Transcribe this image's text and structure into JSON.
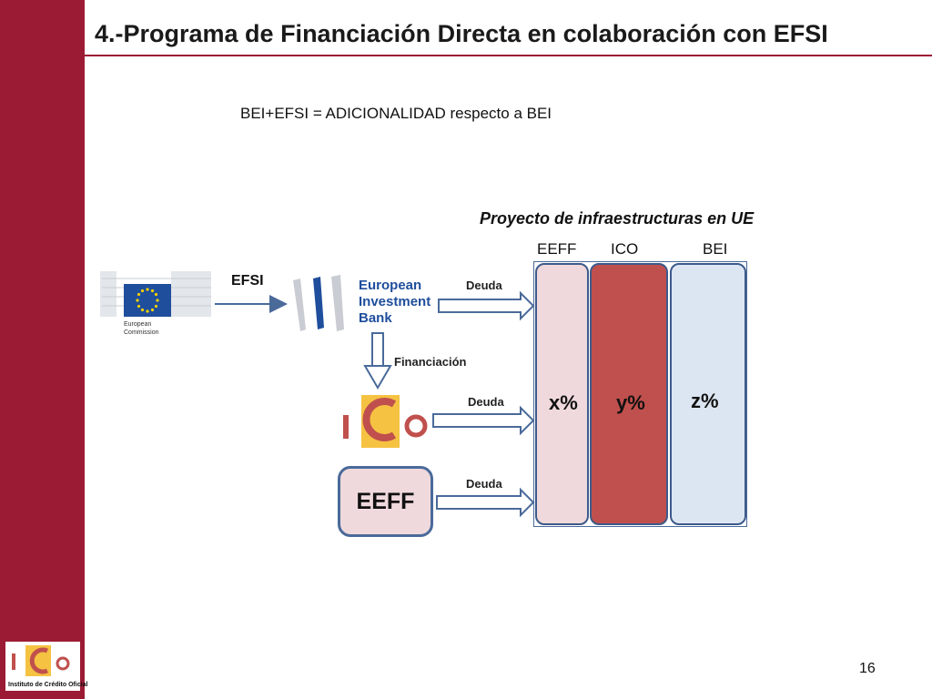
{
  "slide": {
    "title": "4.-Programa de Financiación Directa en colaboración con EFSI",
    "subtitle": "BEI+EFSI = ADICIONALIDAD respecto a BEI",
    "page_number": "16"
  },
  "diagram": {
    "project_title": "Proyecto de infraestructuras en UE",
    "columns": [
      {
        "head": "EEFF",
        "value": "x%",
        "color": "#f0d9dc"
      },
      {
        "head": "ICO",
        "value": "y%",
        "color": "#c0504d"
      },
      {
        "head": "BEI",
        "value": "z%",
        "color": "#dce6f2"
      }
    ],
    "efsi_label": "EFSI",
    "financing_label": "Financiación",
    "debt_labels": [
      "Deuda",
      "Deuda",
      "Deuda"
    ],
    "eeff_box_label": "EEFF"
  },
  "logos": {
    "european_commission": {
      "line1": "European",
      "line2": "Commission"
    },
    "eib": {
      "line1": "European",
      "line2": "Investment",
      "line3": "Bank"
    },
    "footer_ico_caption": "Instituto de Crédito Oficial"
  },
  "colors": {
    "brand_red": "#9b1b35",
    "ico_red": "#c0504d",
    "ico_yellow": "#f5c242",
    "arrow_blue": "#4a6a9a",
    "eib_blue": "#1f4e9c"
  }
}
